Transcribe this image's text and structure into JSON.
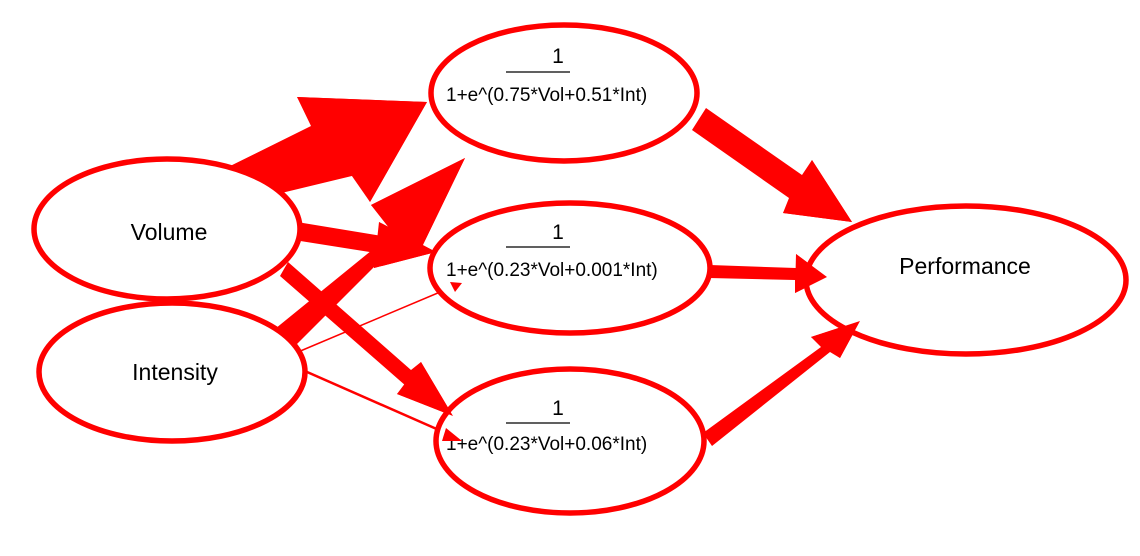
{
  "colors": {
    "accent": "#ff0000",
    "text": "#000000",
    "background": "#ffffff"
  },
  "nodes": {
    "volume": {
      "label": "Volume"
    },
    "intensity": {
      "label": "Intensity"
    },
    "hidden1": {
      "numerator": "1",
      "denominator": "1+e^(0.75*Vol+0.51*Int)"
    },
    "hidden2": {
      "numerator": "1",
      "denominator": "1+e^(0.23*Vol+0.001*Int)"
    },
    "hidden3": {
      "numerator": "1",
      "denominator": "1+e^(0.23*Vol+0.06*Int)"
    },
    "performance": {
      "label": "Performance"
    }
  },
  "edges": [
    {
      "from": "Volume",
      "to": "1+e^(0.75*Vol+0.51*Int)",
      "weight": 0.75
    },
    {
      "from": "Volume",
      "to": "1+e^(0.23*Vol+0.001*Int)",
      "weight": 0.23
    },
    {
      "from": "Volume",
      "to": "1+e^(0.23*Vol+0.06*Int)",
      "weight": 0.23
    },
    {
      "from": "Intensity",
      "to": "1+e^(0.75*Vol+0.51*Int)",
      "weight": 0.51
    },
    {
      "from": "Intensity",
      "to": "1+e^(0.23*Vol+0.001*Int)",
      "weight": 0.001
    },
    {
      "from": "Intensity",
      "to": "1+e^(0.23*Vol+0.06*Int)",
      "weight": 0.06
    },
    {
      "from": "1+e^(0.75*Vol+0.51*Int)",
      "to": "Performance"
    },
    {
      "from": "1+e^(0.23*Vol+0.001*Int)",
      "to": "Performance"
    },
    {
      "from": "1+e^(0.23*Vol+0.06*Int)",
      "to": "Performance"
    }
  ]
}
